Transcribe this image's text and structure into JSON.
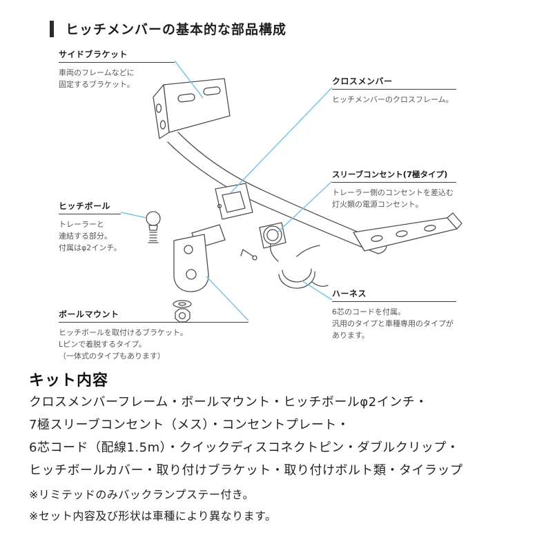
{
  "page": {
    "title": "ヒッチメンバーの基本的な部品構成"
  },
  "colors": {
    "leader_line": "#74c6df",
    "drawing_line": "#4d4d4d",
    "title_bar": "#2b2b2b"
  },
  "diagram": {
    "illustration_name": "hitch-member-exploded-drawing",
    "labels": [
      {
        "id": "side-bracket",
        "title": "サイドブラケット",
        "desc": [
          "車両のフレームなどに",
          "固定するブラケット。"
        ]
      },
      {
        "id": "cross-member",
        "title": "クロスメンバー",
        "desc": [
          "ヒッチメンバーのクロスフレーム。"
        ]
      },
      {
        "id": "sleeve-outlet",
        "title": "スリーブコンセント(7極タイプ)",
        "desc": [
          "トレーラー側のコンセントを差込む",
          "灯火類の電源コンセント。"
        ]
      },
      {
        "id": "hitch-ball",
        "title": "ヒッチボール",
        "desc": [
          "トレーラーと",
          "連結する部分。",
          "付属はφ2インチ。"
        ]
      },
      {
        "id": "harness",
        "title": "ハーネス",
        "desc": [
          "6芯のコードを付属。",
          "汎用のタイプと車種専用のタイプが",
          "あります。"
        ]
      },
      {
        "id": "ball-mount",
        "title": "ボールマウント",
        "desc": [
          "ヒッチボールを取付けるブラケット。",
          "Lピンで着脱するタイプ。",
          "（一体式のタイプもあります）"
        ]
      }
    ]
  },
  "kit": {
    "heading": "キット内容",
    "lines": [
      "クロスメンバーフレーム・ボールマウント・ヒッチボールφ2インチ・",
      "7極スリーブコンセント（メス）・コンセントプレート・",
      "6芯コード（配線1.5m）・クイックディスコネクトピン・ダブルクリップ・",
      "ヒッチボールカバー・取り付けブラケット・取り付けボルト類・タイラップ"
    ]
  },
  "notes": [
    "※リミテッドのみバックランプステー付き。",
    "※セット内容及び形状は車種により異なります。"
  ]
}
